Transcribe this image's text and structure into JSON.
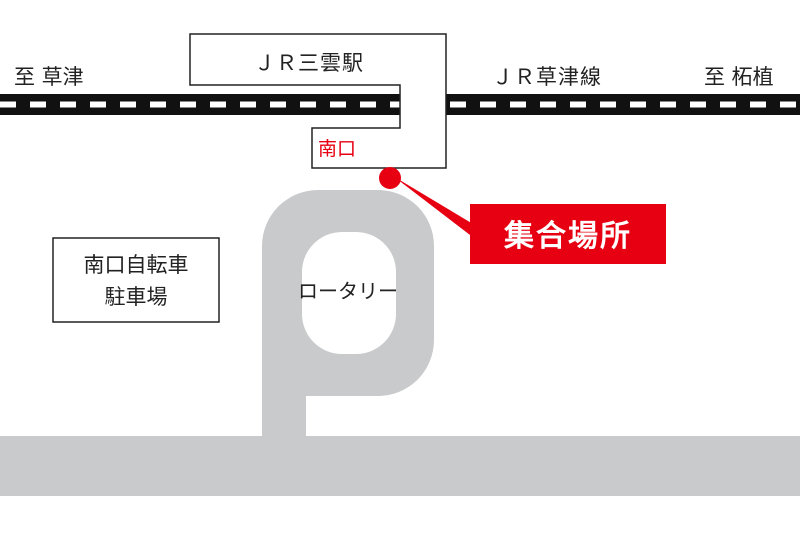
{
  "map": {
    "labels": {
      "to_kusatsu": "至 草津",
      "station": "ＪＲ三雲駅",
      "line": "ＪＲ草津線",
      "to_tsuge": "至 柘植",
      "south_exit": "南口",
      "meeting_point": "集合場所",
      "bicycle_parking_line1": "南口自転車",
      "bicycle_parking_line2": "駐車場",
      "rotary": "ロータリー"
    },
    "colors": {
      "accent_red": "#e60012",
      "road_gray": "#c9cacb",
      "rail_black": "#111111",
      "text": "#222222",
      "white": "#ffffff"
    }
  }
}
